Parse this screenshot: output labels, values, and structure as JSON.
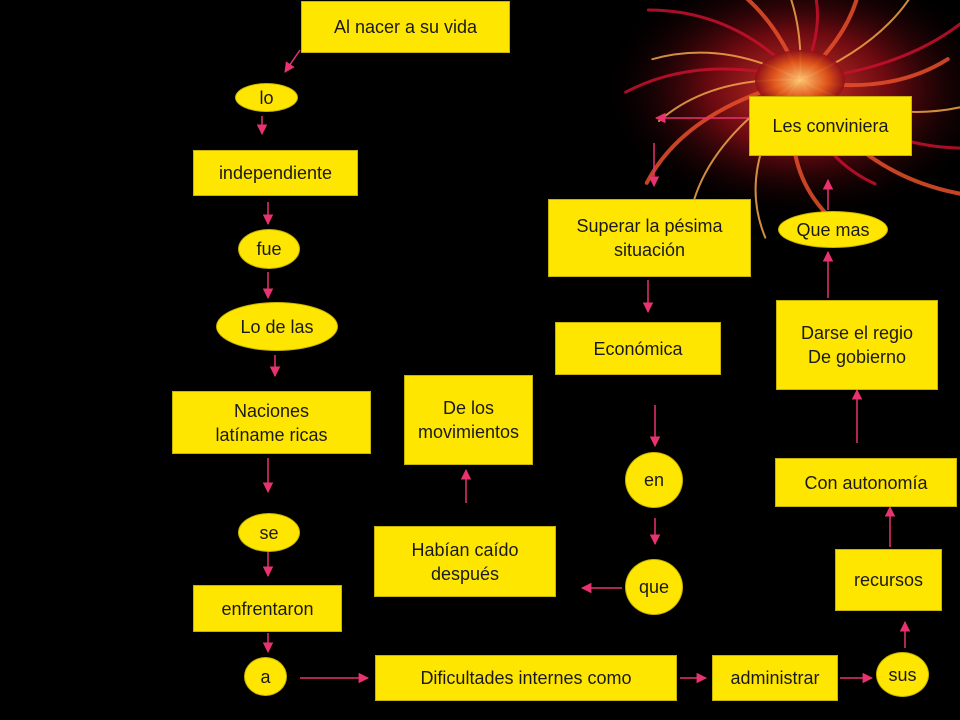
{
  "diagram": {
    "colors": {
      "node_fill": "#ffe600",
      "arrow": "#e8336e",
      "background": "#000000",
      "decor": "#c8102e"
    },
    "nodes": {
      "n1": "Al nacer a su vida",
      "n2": "lo",
      "n3": "independiente",
      "n4": "fue",
      "n5": "Lo de las",
      "n6": "Naciones\nlatíname ricas",
      "n7": "se",
      "n8": "enfrentaron",
      "n9": "a",
      "n10": "Dificultades internes como",
      "n11": "administrar",
      "n12": "sus",
      "n13": "recursos",
      "n14": "Con autonomía",
      "n15": "Darse el regio\nDe gobierno",
      "n16": "Que mas",
      "n17": "Les conviniera",
      "n18": "Superar la pésima\nsituación",
      "n19": "Económica",
      "n20": "en",
      "n21": "que",
      "n22": "Habían caído\ndespués",
      "n23": "De los\nmovimientos"
    }
  }
}
